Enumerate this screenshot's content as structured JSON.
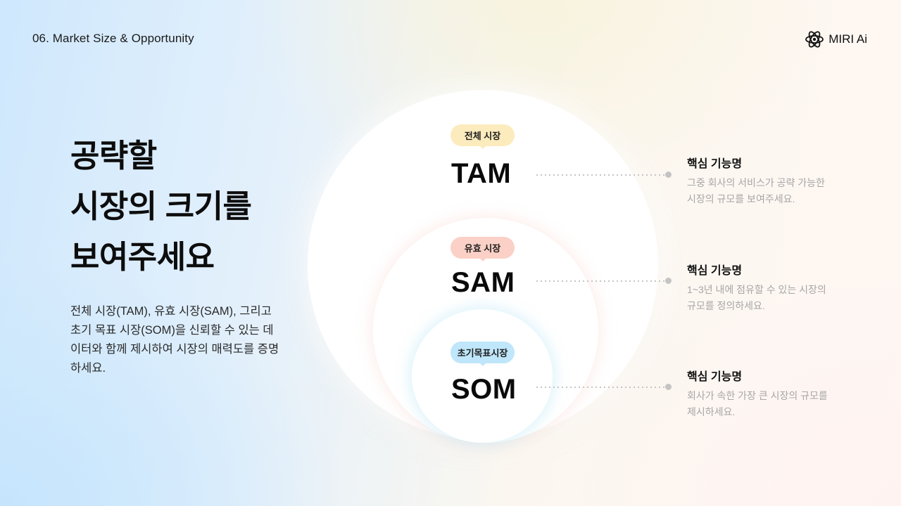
{
  "header": {
    "section_title": "06. Market Size & Opportunity",
    "brand": {
      "name": "MIRI Ai",
      "icon": "atom-icon"
    }
  },
  "intro": {
    "headline_lines": [
      "공략할",
      "시장의 크기를",
      "보여주세요"
    ],
    "description": "전체 시장(TAM), 유효 시장(SAM), 그리고 초기 목표 시장(SOM)을 신뢰할 수 있는 데이터와 함께 제시하여 시장의 매력도를 증명하세요."
  },
  "markets": [
    {
      "tag": "전체 시장",
      "tag_color": "#fcebbd",
      "abbr": "TAM",
      "feature_title": "핵심 기능명",
      "feature_desc": "그중 회사의 서비스가 공략 가능한 시장의 규모를 보여주세요."
    },
    {
      "tag": "유효 시장",
      "tag_color": "#fbd0c6",
      "abbr": "SAM",
      "feature_title": "핵심 기능명",
      "feature_desc": "1~3년 내에 점유할 수 있는 시장의 규모를 정의하세요."
    },
    {
      "tag": "초기목표시장",
      "tag_color": "#bfe6fa",
      "abbr": "SOM",
      "feature_title": "핵심 기능명",
      "feature_desc": "회사가 속한 가장 큰 시장의 규모를 제시하세요."
    }
  ]
}
